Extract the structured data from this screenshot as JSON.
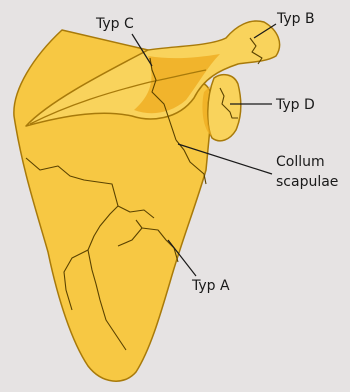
{
  "colors": {
    "background": "#e6e3e3",
    "bone_fill": "#f7c843",
    "bone_shadow": "#eeaa1c",
    "bone_outline": "#a87a0a",
    "fracture_line": "#5a4200",
    "leader_line": "#1a1a1a"
  },
  "labels": {
    "typ_a": "Typ A",
    "typ_b": "Typ B",
    "typ_c": "Typ C",
    "typ_d": "Typ D",
    "collum_line1": "Collum",
    "collum_line2": "scapulae"
  }
}
